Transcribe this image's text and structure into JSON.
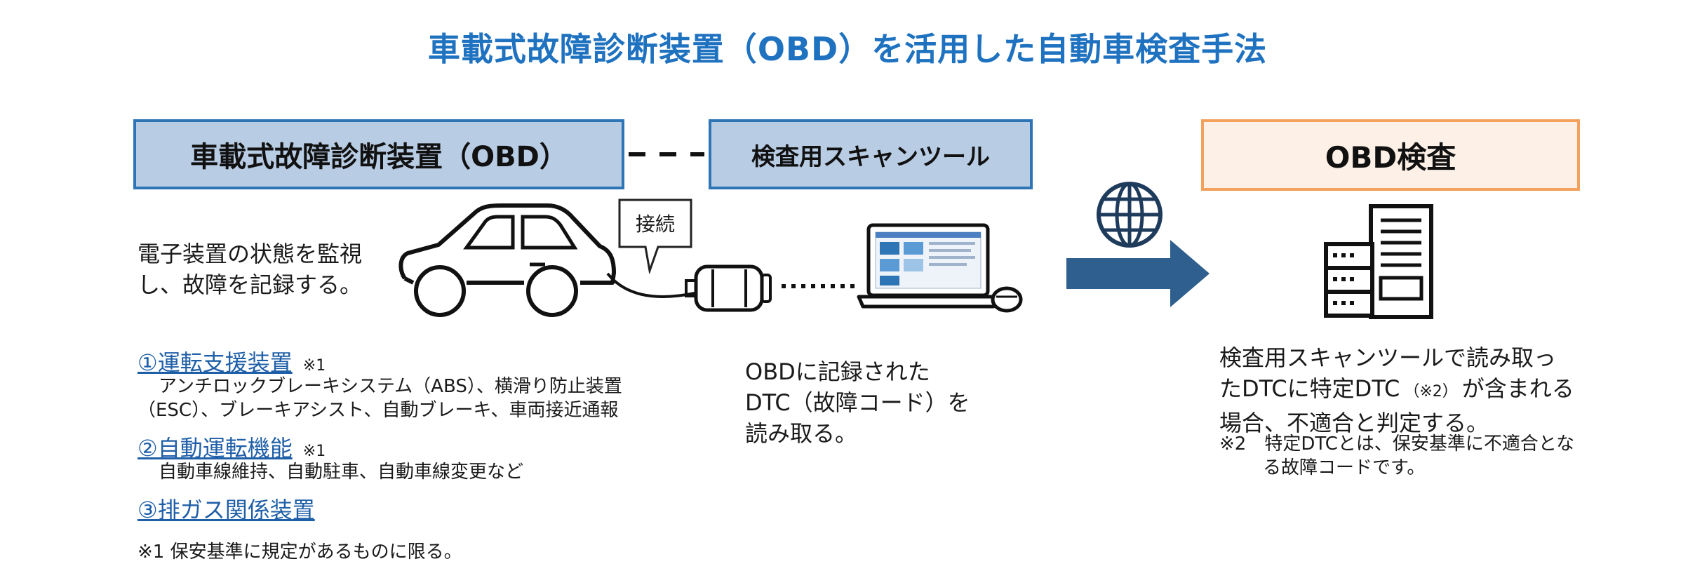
{
  "title": "車載式故障診断装置（OBD）を活用した自動車検査手法",
  "boxes": {
    "obd_device": "車載式故障診断装置（OBD）",
    "scan_tool": "検査用スキャンツール",
    "obd_inspection": "OBD検査"
  },
  "bubble": "接続",
  "left_desc": [
    "電子装置の状態を監視",
    "し、故障を記録する。"
  ],
  "items": [
    {
      "label": "①運転支援装置",
      "mark": "※1",
      "detail": [
        "アンチロックブレーキシステム（ABS）、横滑り防止装置",
        "（ESC）、ブレーキアシスト、自動ブレーキ、車両接近通報"
      ]
    },
    {
      "label": "②自動運転機能",
      "mark": "※1",
      "detail": [
        "自動車線維持、自動駐車、自動車線変更など"
      ]
    },
    {
      "label": "③排ガス関係装置",
      "mark": "",
      "detail": []
    }
  ],
  "footnote1": "※1 保安基準に規定があるものに限る。",
  "middle_desc": [
    "OBDに記録された",
    "DTC（故障コード）を",
    "読み取る。"
  ],
  "right_desc": {
    "line1": "検査用スキャンツールで読み取っ",
    "line2_pre": "たDTCに特定DTC",
    "line2_mark": "（※2）",
    "line2_post": "が含まれる",
    "line3": "場合、不適合と判定する。"
  },
  "footnote2": [
    "※2　特定DTCとは、保安基準に不適合とな",
    "る故障コードです。"
  ],
  "icons": {
    "car": "car-icon",
    "connector": "obd-connector-icon",
    "laptop": "laptop-icon",
    "mouse": "mouse-icon",
    "globe": "globe-icon",
    "arrow": "right-arrow-icon",
    "server": "server-icon"
  },
  "colors": {
    "title": "#1f72c0",
    "blue_box_fill": "#b8cce4",
    "blue_box_border": "#2e75b6",
    "orange_box_fill": "#fdf0e6",
    "orange_box_border": "#f4a15d",
    "arrow": "#2f5f8f"
  }
}
